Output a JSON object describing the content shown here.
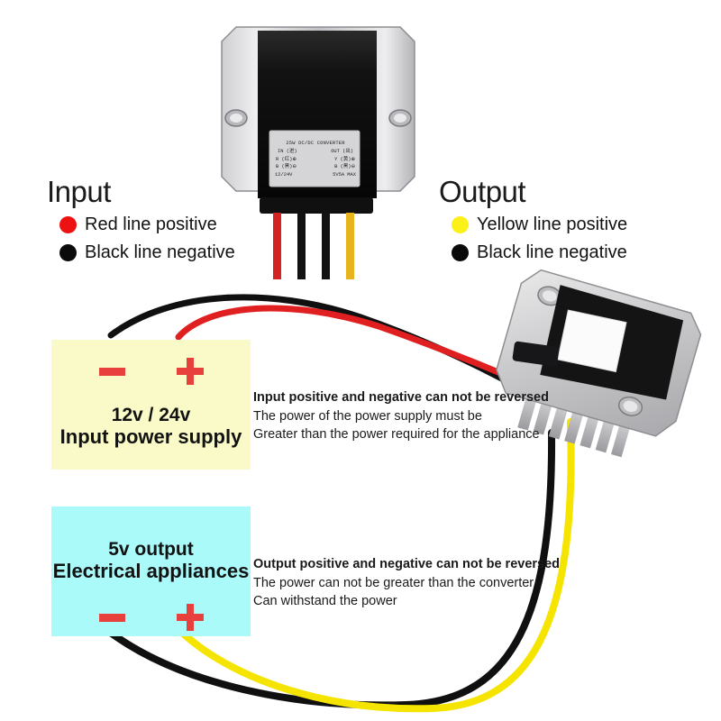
{
  "legends": {
    "input": {
      "title": "Input",
      "rows": [
        {
          "color": "#ee1111",
          "icon": "red-dot-icon",
          "text": "Red line positive"
        },
        {
          "color": "#0a0a0a",
          "icon": "black-dot-icon",
          "text": "Black line negative"
        }
      ]
    },
    "output": {
      "title": "Output",
      "rows": [
        {
          "color": "#fbf017",
          "icon": "yellow-dot-icon",
          "text": "Yellow line positive"
        },
        {
          "color": "#0a0a0a",
          "icon": "black-dot-icon",
          "text": "Black line negative"
        }
      ]
    }
  },
  "input_box": {
    "minus": "−",
    "plus": "+",
    "line1": "12v / 24v",
    "line2": "Input power supply",
    "background": "#fafac8",
    "symbol_color": "#e8403c"
  },
  "output_box": {
    "minus": "−",
    "plus": "+",
    "line1": "5v output",
    "line2": "Electrical appliances",
    "background": "#aafafa",
    "symbol_color": "#e8403c"
  },
  "input_note": {
    "heading": "Input positive and negative can not be reversed",
    "line1": "The power of the power supply must be",
    "line2": "Greater than the power required for the appliance"
  },
  "output_note": {
    "heading": "Output positive and negative can not be reversed",
    "line1": "The power can not be greater than the converter",
    "line2": "Can withstand the power"
  },
  "device_label": {
    "title": "25W DC/DC CONVERTER",
    "row1_left": "IN (进)",
    "row1_right": "OUT (出)",
    "row2_left": "R (红)",
    "row2_left_sym": "⊕",
    "row2_right": "Y (黄)",
    "row2_right_sym": "⊕",
    "row3_left": "B (黑)",
    "row3_left_sym": "⊖",
    "row3_right": "B (黑)",
    "row3_right_sym": "⊖",
    "row4_left": "12/24V",
    "row4_right": "5V5A MAX"
  },
  "wires": {
    "red": "#e02020",
    "black": "#101010",
    "yellow": "#f5e400"
  }
}
